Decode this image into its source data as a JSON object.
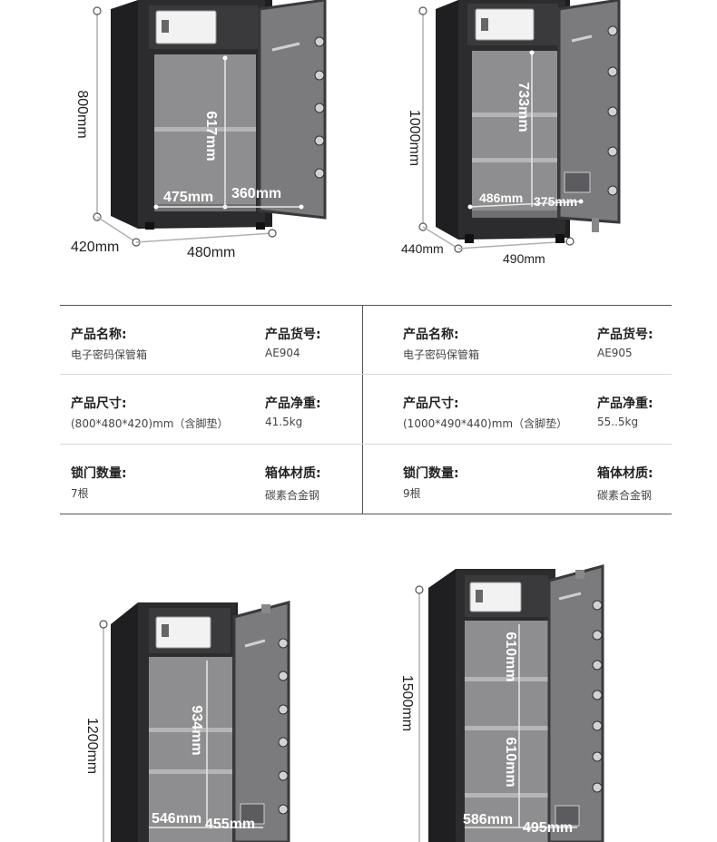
{
  "safes": [
    {
      "height": "800mm",
      "depth": "420mm",
      "width": "480mm",
      "inner_height": "617mm",
      "inner_width": "475mm",
      "door_width": "360mm"
    },
    {
      "height": "1000mm",
      "depth": "440mm",
      "width": "490mm",
      "inner_height": "733mm",
      "inner_width": "486mm",
      "door_width": "375mm"
    },
    {
      "height": "1200mm",
      "inner_height": "934mm",
      "inner_width": "546mm",
      "door_width": "455mm"
    },
    {
      "height": "1500mm",
      "inner_height_top": "610mm",
      "inner_height_bottom": "610mm",
      "inner_width": "586mm",
      "door_width": "495mm"
    }
  ],
  "spec_table": {
    "left": {
      "name_label": "产品名称:",
      "name_value": "电子密码保管箱",
      "code_label": "产品货号:",
      "code_value": "AE904",
      "size_label": "产品尺寸:",
      "size_value": "(800*480*420)mm（含脚垫）",
      "weight_label": "产品净重:",
      "weight_value": "41.5kg",
      "bolts_label": "锁门数量:",
      "bolts_value": "7根",
      "material_label": "箱体材质:",
      "material_value": "碳素合金钢"
    },
    "right": {
      "name_label": "产品名称:",
      "name_value": "电子密码保管箱",
      "code_label": "产品货号:",
      "code_value": "AE905",
      "size_label": "产品尺寸:",
      "size_value": "(1000*490*440)mm（含脚垫）",
      "weight_label": "产品净重:",
      "weight_value": "55..5kg",
      "bolts_label": "锁门数量:",
      "bolts_value": "9根",
      "material_label": "箱体材质:",
      "material_value": "碳素合金钢"
    }
  },
  "colors": {
    "safe_body": "#2a2a2c",
    "safe_edge": "#4a4a4c",
    "interior": "#8c8c8e",
    "door_panel": "#7d7d80",
    "bolt": "#cfcfd2",
    "dimension_line": "#aaaaaa"
  }
}
